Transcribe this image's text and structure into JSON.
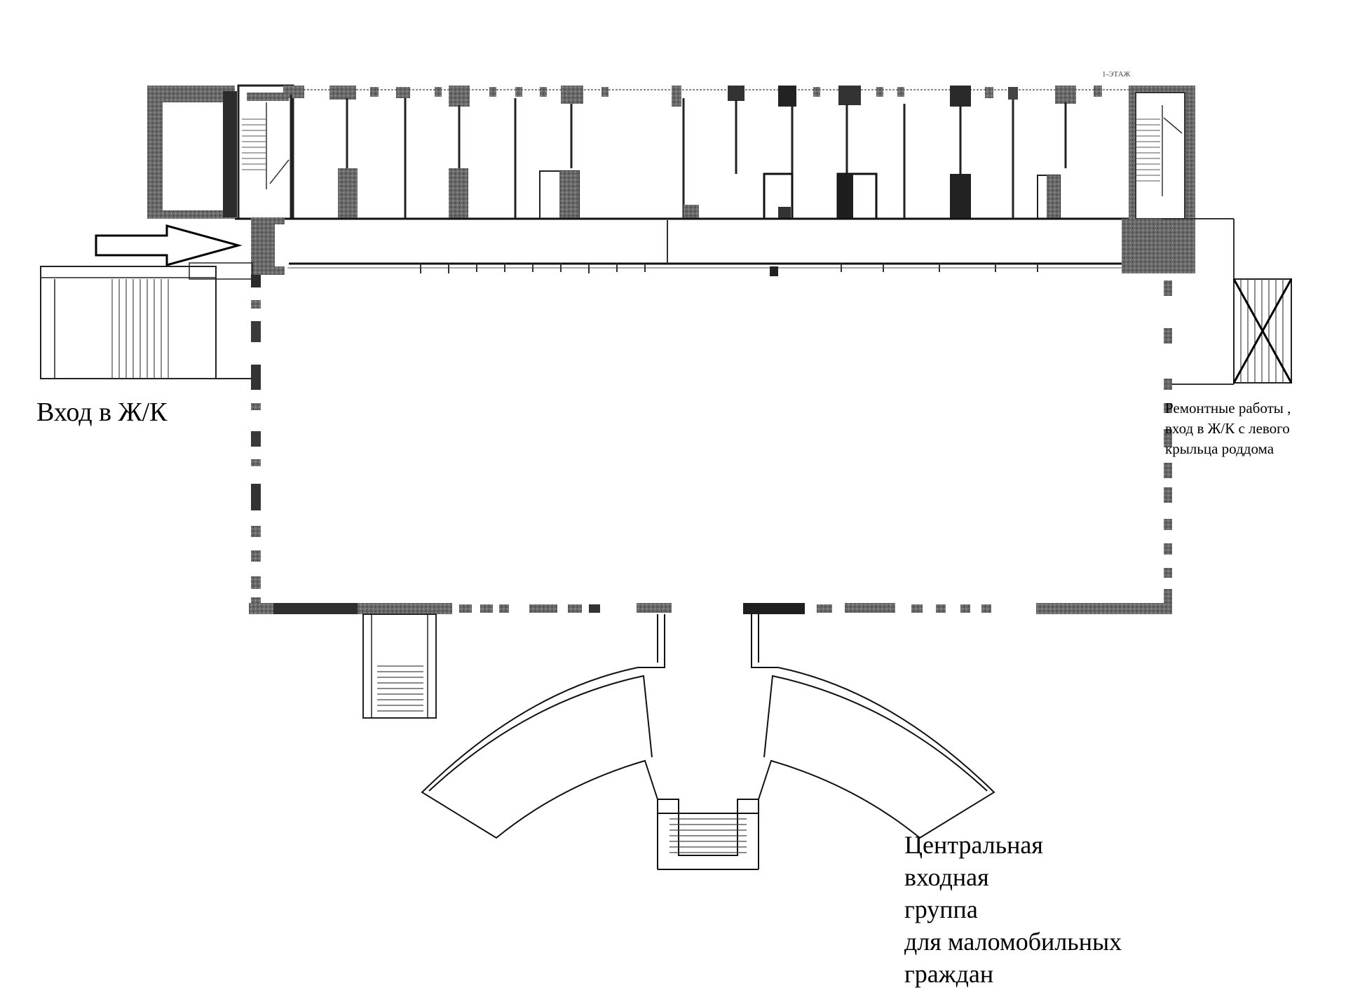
{
  "labels": {
    "floor": "1-ЭТАЖ",
    "entrance": "Вход в Ж/К",
    "repair_note": [
      "Ремонтные работы ,",
      "вход в Ж/К с левого",
      "крыльца роддома"
    ],
    "central_group": [
      "Центральная",
      "входная",
      "группа",
      "для маломобильных",
      "граждан"
    ]
  },
  "colors": {
    "wall": "#3a3a3a",
    "wall_light": "#7a7a7a",
    "line": "#111111"
  }
}
